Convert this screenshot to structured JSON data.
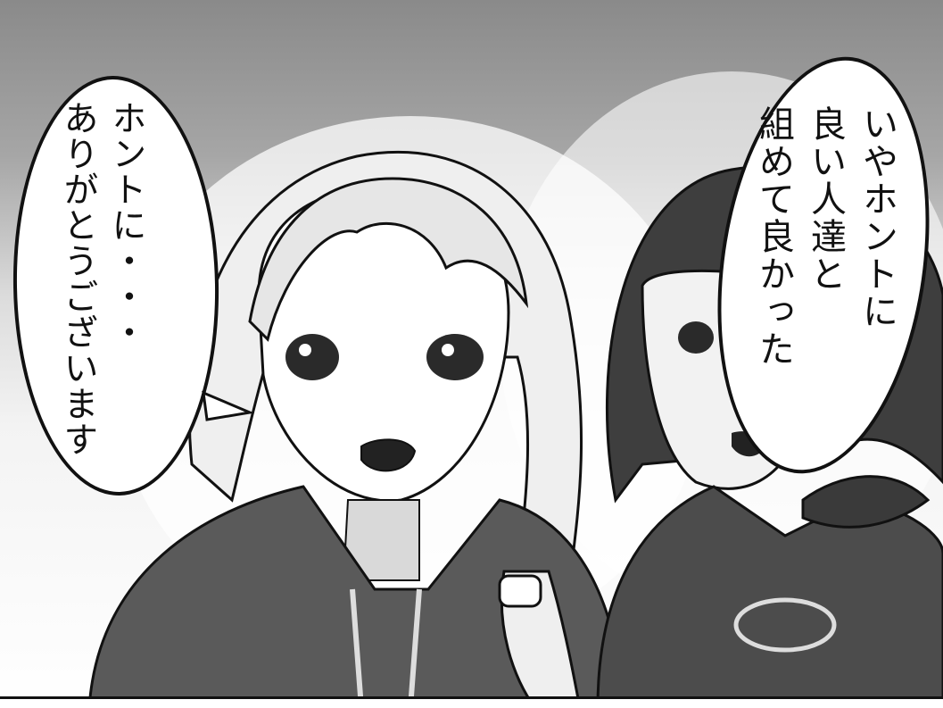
{
  "panel": {
    "speech_bubbles": [
      {
        "id": "left",
        "text": "ホントに・・・\nありがとうございます"
      },
      {
        "id": "right",
        "text": "いやホントに\n良い人達と\n組めて良かった"
      }
    ],
    "colors": {
      "ink": "#111111",
      "paper": "#ffffff",
      "tone_dark": "#8a8a8a"
    }
  }
}
